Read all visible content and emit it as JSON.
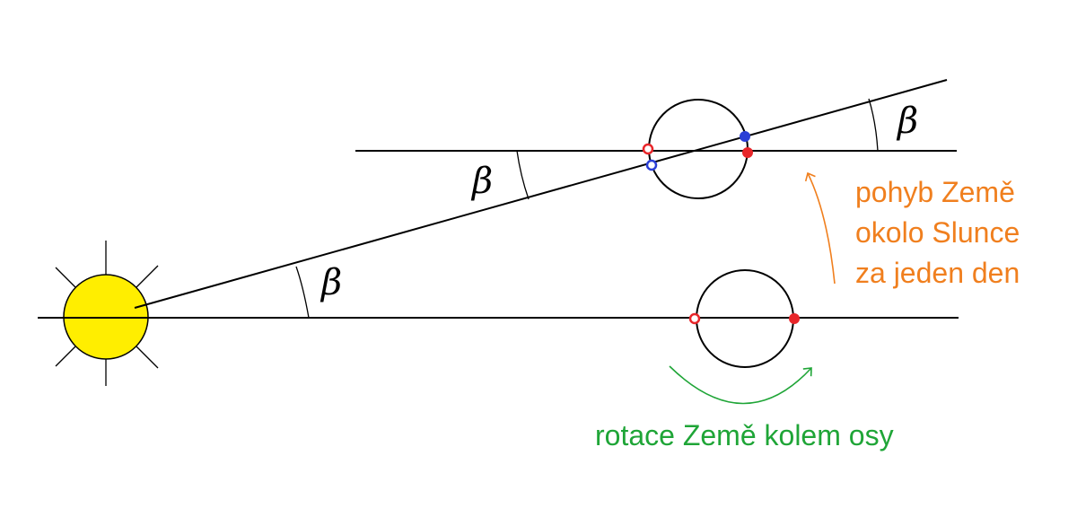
{
  "angle_symbol": "β",
  "annotations": {
    "orbit_motion": {
      "lines": [
        "pohyb Země",
        "okolo Slunce",
        "za jeden den"
      ],
      "color": "#f07f1e"
    },
    "rotation": {
      "text": "rotace Země kolem osy",
      "color": "#1fa537"
    }
  },
  "colors": {
    "sun_fill": "#ffee00",
    "marker_red": "#e8262a",
    "marker_blue": "#2b3fd6",
    "line": "#000000"
  }
}
